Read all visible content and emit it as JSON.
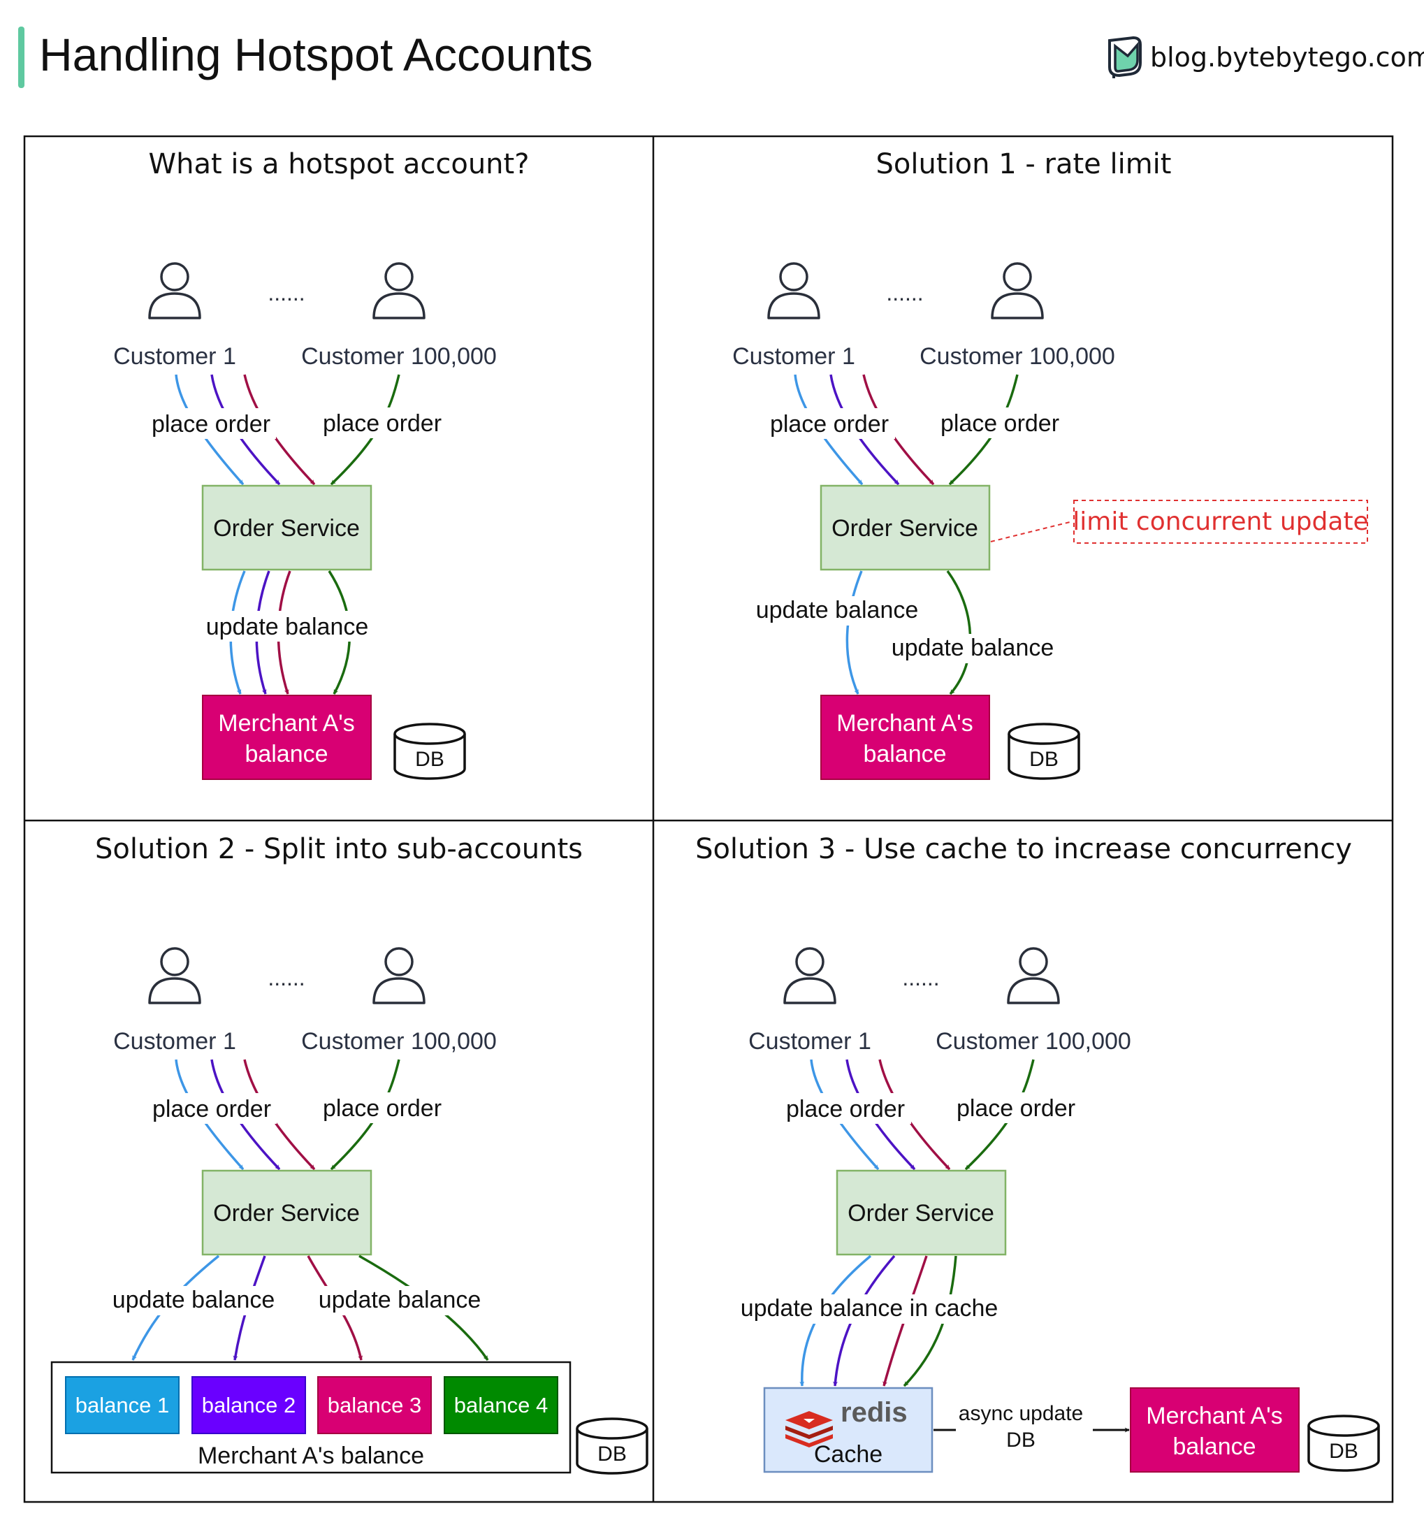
{
  "header": {
    "title": "Handling Hotspot Accounts",
    "brand": "blog.bytebytego.com"
  },
  "panels": {
    "p1": {
      "title": "What is a hotspot account?",
      "customer_first": "Customer 1",
      "customer_last": "Customer 100,000",
      "ellipsis": "......",
      "place_order_left": "place order",
      "place_order_right": "place order",
      "service": "Order Service",
      "update_label": "update balance",
      "merchant_line1": "Merchant A's",
      "merchant_line2": "balance",
      "db": "DB"
    },
    "p2": {
      "title": "Solution 1 - rate limit",
      "customer_first": "Customer 1",
      "customer_last": "Customer 100,000",
      "ellipsis": "......",
      "place_order_left": "place order",
      "place_order_right": "place order",
      "service": "Order Service",
      "annotation": "limit concurrent update",
      "update_left": "update balance",
      "update_right": "update balance",
      "merchant_line1": "Merchant A's",
      "merchant_line2": "balance",
      "db": "DB"
    },
    "p3": {
      "title": "Solution 2 - Split into sub-accounts",
      "customer_first": "Customer 1",
      "customer_last": "Customer 100,000",
      "ellipsis": "......",
      "place_order_left": "place order",
      "place_order_right": "place order",
      "service": "Order Service",
      "update_left": "update balance",
      "update_right": "update balance",
      "balances": [
        "balance 1",
        "balance 2",
        "balance 3",
        "balance 4"
      ],
      "container_label": "Merchant A's balance",
      "db": "DB"
    },
    "p4": {
      "title": "Solution 3 - Use cache to increase concurrency",
      "customer_first": "Customer 1",
      "customer_last": "Customer 100,000",
      "ellipsis": "......",
      "place_order_left": "place order",
      "place_order_right": "place order",
      "service": "Order Service",
      "update_label": "update balance in cache",
      "redis": "redis",
      "cache": "Cache",
      "async_line1": "async update",
      "async_line2": "DB",
      "merchant_line1": "Merchant A's",
      "merchant_line2": "balance",
      "db": "DB"
    }
  },
  "colors": {
    "accent_bar": "#5fc9a0",
    "arrow_blue": "#3d96e6",
    "arrow_purple": "#4c13c4",
    "arrow_crimson": "#a00f45",
    "arrow_green": "#1a6b0f",
    "service_fill": "#d5e8d4",
    "service_border": "#82b366",
    "merchant_fill": "#d80073",
    "balance1": "#1ba1e2",
    "balance2": "#6a00ff",
    "balance3": "#d80073",
    "balance4": "#008a00",
    "cache_fill": "#dae8fc",
    "cache_border": "#6c8ebf",
    "annotation": "#e03030"
  },
  "icons": [
    "user-icon",
    "database-icon",
    "redis-logo-icon",
    "bytebytego-logo-icon"
  ]
}
